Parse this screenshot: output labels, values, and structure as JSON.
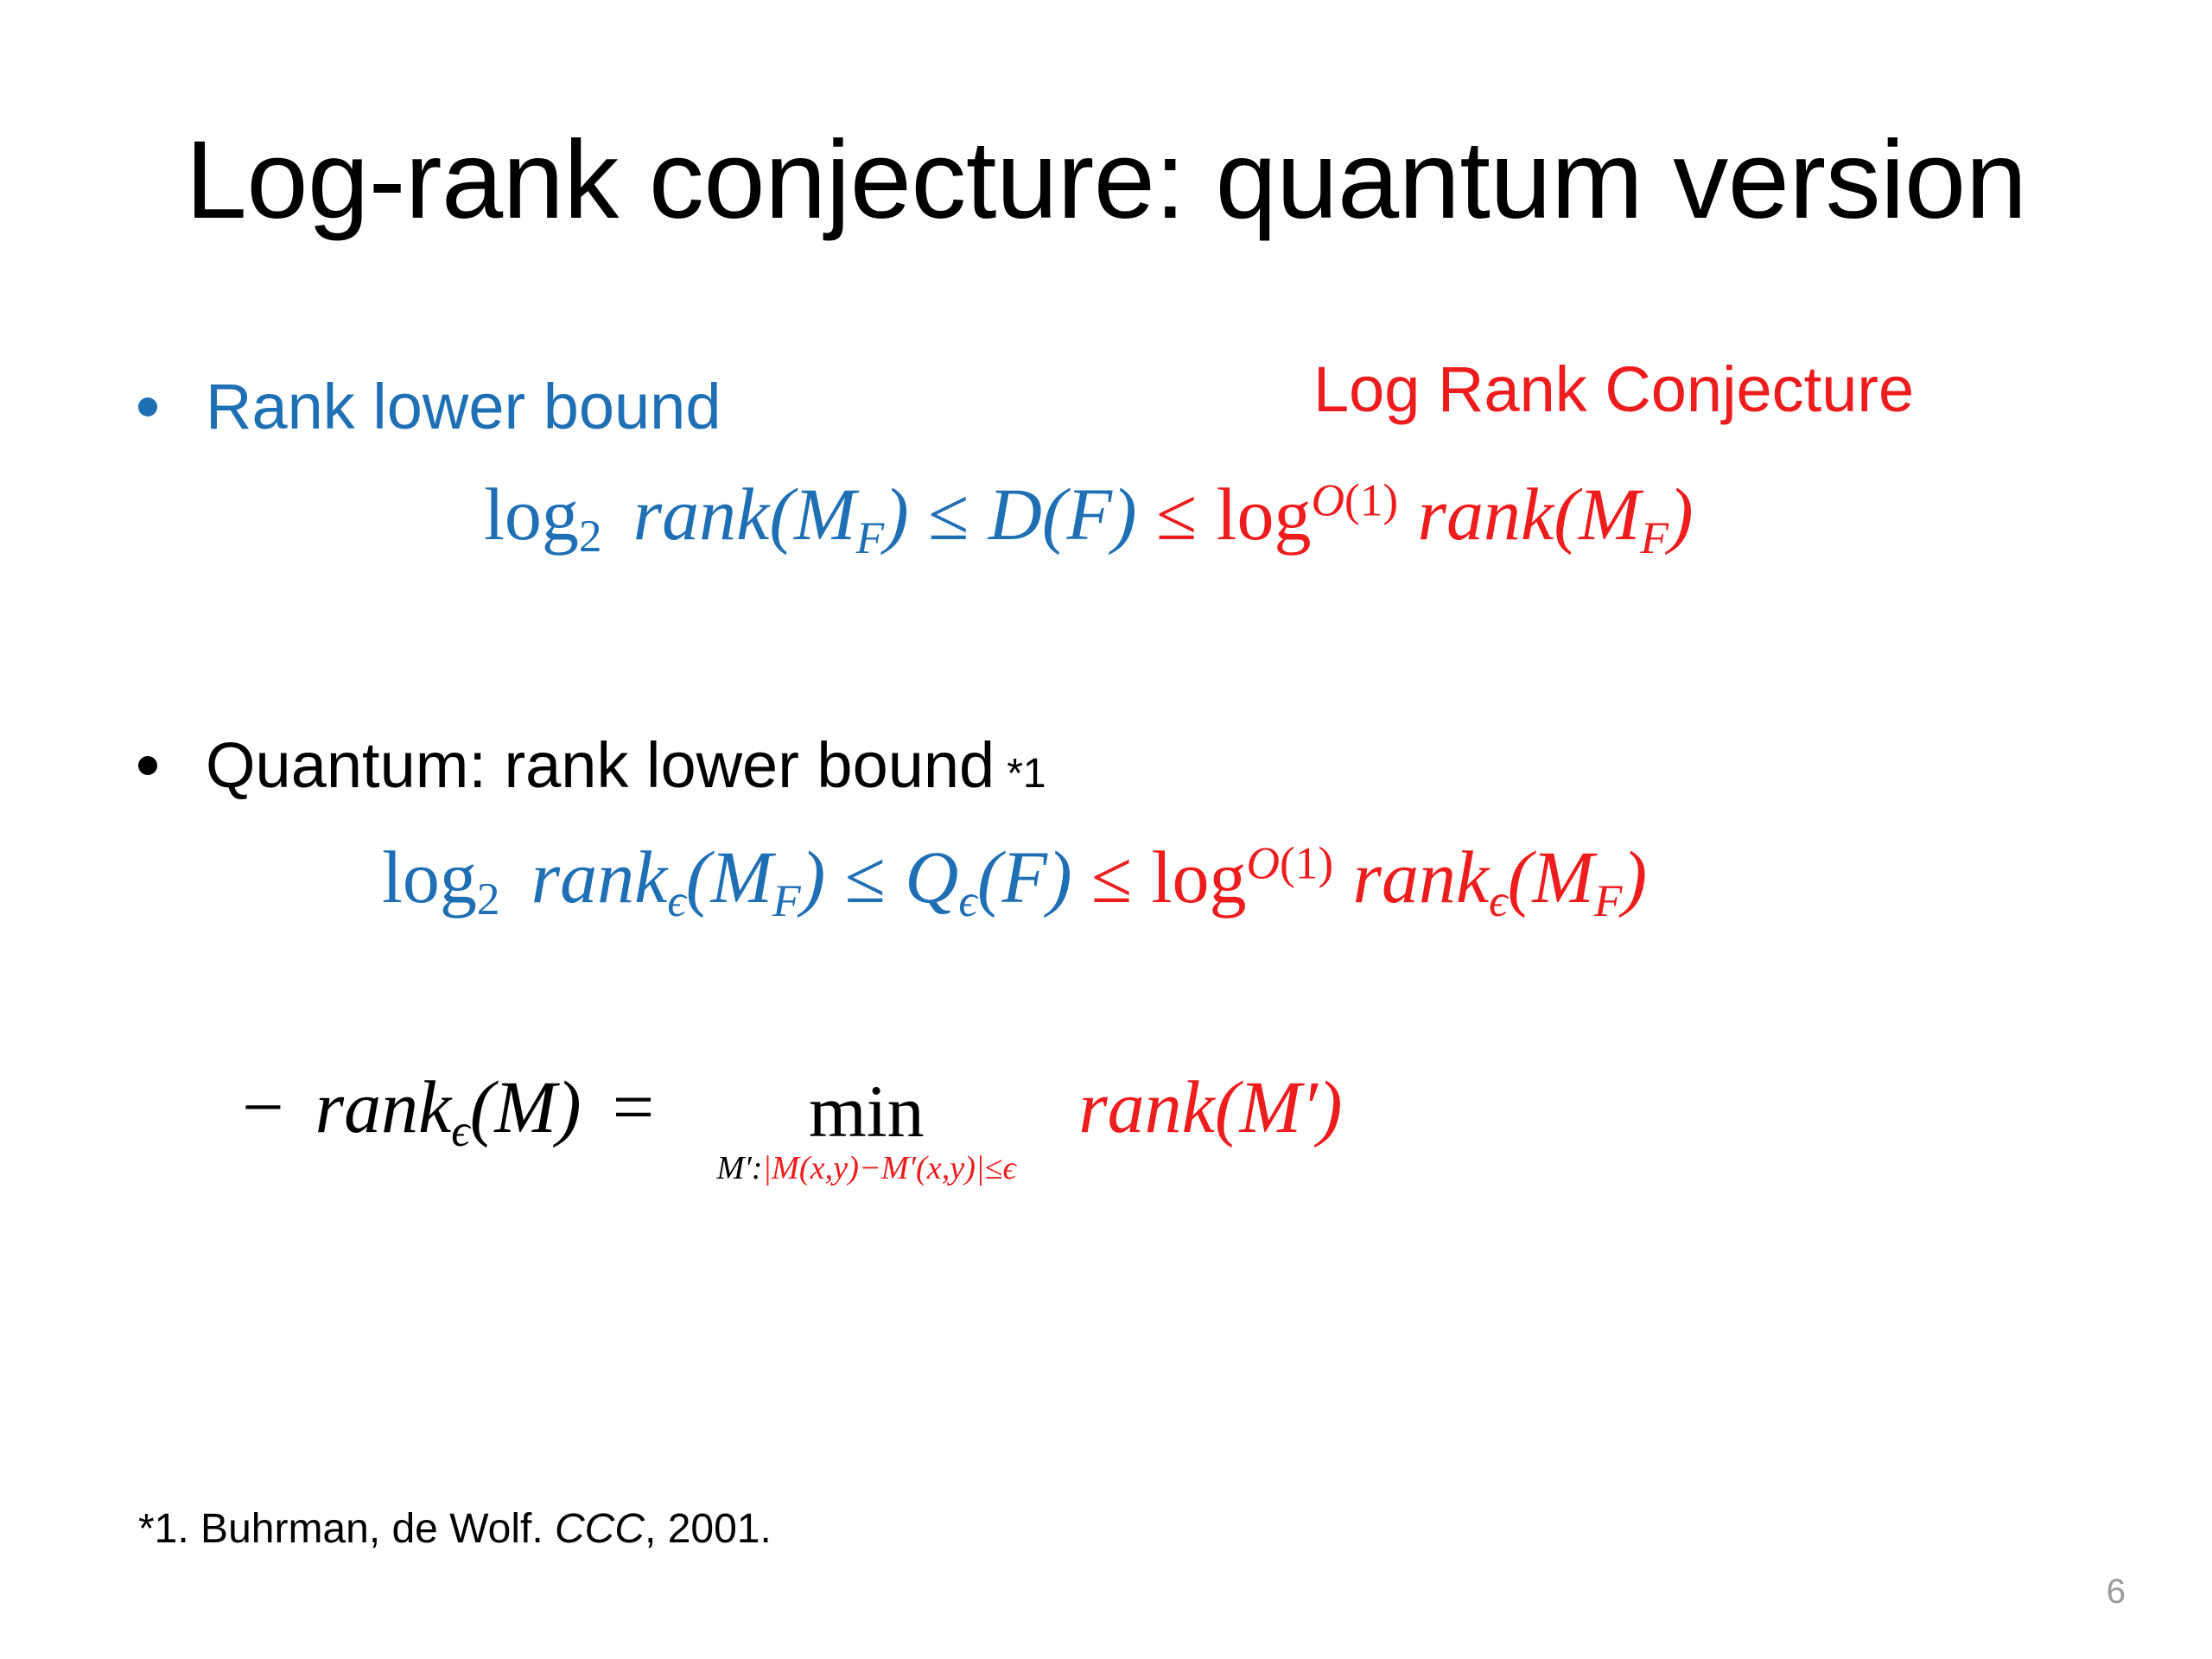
{
  "slide": {
    "title": "Log-rank conjecture: quantum version",
    "page_number": "6",
    "background_color": "#FFFFFF",
    "accent_blue": "#1F6FB5",
    "accent_red": "#EE1C1C",
    "footnote": {
      "prefix": "*1. Buhrman, de Wolf. ",
      "venue": "CCC",
      "suffix": ", 2001."
    },
    "side_heading": {
      "text": "Log Rank Conjecture",
      "color": "#EE1C1C"
    },
    "bullets": [
      {
        "label": "Rank lower bound",
        "color": "#1F6FB5",
        "bullet_color": "#1F6FB5",
        "footnote_mark": ""
      },
      {
        "label": "Quantum: rank lower bound",
        "color": "#000000",
        "bullet_color": "#000000",
        "footnote_mark": "*1"
      }
    ],
    "equations": [
      {
        "id": "rank-lower-bound-classical",
        "plain": "log_2 rank(M_F) <= D(F) <= log^{O(1)} rank(M_F)",
        "parts": [
          {
            "text": "log",
            "color": "#1F6FB5"
          },
          {
            "text": "2",
            "role": "subscript",
            "color": "#1F6FB5"
          },
          {
            "text": "rank",
            "role": "function",
            "color": "#1F6FB5"
          },
          {
            "text": "(M",
            "color": "#1F6FB5"
          },
          {
            "text": "F",
            "role": "subscript",
            "color": "#1F6FB5"
          },
          {
            "text": ")",
            "color": "#1F6FB5"
          },
          {
            "text": "≤",
            "color": "#1F6FB5"
          },
          {
            "text": "D(F)",
            "color": "#1F6FB5"
          },
          {
            "text": "≤",
            "color": "#EE1C1C"
          },
          {
            "text": "log",
            "color": "#EE1C1C"
          },
          {
            "text": "O(1)",
            "role": "superscript",
            "color": "#EE1C1C"
          },
          {
            "text": "rank",
            "role": "function",
            "color": "#EE1C1C"
          },
          {
            "text": "(M",
            "color": "#EE1C1C"
          },
          {
            "text": "F",
            "role": "subscript",
            "color": "#EE1C1C"
          },
          {
            "text": ")",
            "color": "#EE1C1C"
          }
        ]
      },
      {
        "id": "rank-lower-bound-quantum",
        "plain": "log_2 rank_e(M_F) <= Q_e(F) <= log^{O(1)} rank_e(M_F)",
        "parts": [
          {
            "text": "log",
            "color": "#1F6FB5"
          },
          {
            "text": "2",
            "role": "subscript",
            "color": "#1F6FB5"
          },
          {
            "text": "rank",
            "role": "function",
            "color": "#1F6FB5"
          },
          {
            "text": "ϵ",
            "role": "subscript",
            "color": "#1F6FB5"
          },
          {
            "text": "(M",
            "color": "#1F6FB5"
          },
          {
            "text": "F",
            "role": "subscript",
            "color": "#1F6FB5"
          },
          {
            "text": ")",
            "color": "#1F6FB5"
          },
          {
            "text": "≤",
            "color": "#1F6FB5"
          },
          {
            "text": "Q",
            "color": "#1F6FB5"
          },
          {
            "text": "ϵ",
            "role": "subscript",
            "color": "#1F6FB5"
          },
          {
            "text": "(F)",
            "color": "#1F6FB5"
          },
          {
            "text": "≤",
            "color": "#EE1C1C"
          },
          {
            "text": "log",
            "color": "#EE1C1C"
          },
          {
            "text": "O(1)",
            "role": "superscript",
            "color": "#EE1C1C"
          },
          {
            "text": "rank",
            "role": "function",
            "color": "#EE1C1C"
          },
          {
            "text": "ϵ",
            "role": "subscript",
            "color": "#EE1C1C"
          },
          {
            "text": "(M",
            "color": "#EE1C1C"
          },
          {
            "text": "F",
            "role": "subscript",
            "color": "#EE1C1C"
          },
          {
            "text": ")",
            "color": "#EE1C1C"
          }
        ]
      },
      {
        "id": "approximate-rank-definition",
        "plain": "- rank_e(M) = min_{M':|M(x,y)-M'(x,y)|<=e} rank(M')",
        "dash": "−",
        "lhs": "rank",
        "lhs_sub": "ϵ",
        "lhs_arg": "(M)",
        "equals": "=",
        "min_word": "min",
        "min_limit_black": "M′:",
        "min_limit_red": "|M(x,y)−M′(x,y)|≤ϵ",
        "rhs": "rank(M′)",
        "rhs_color": "#EE1C1C"
      }
    ]
  }
}
